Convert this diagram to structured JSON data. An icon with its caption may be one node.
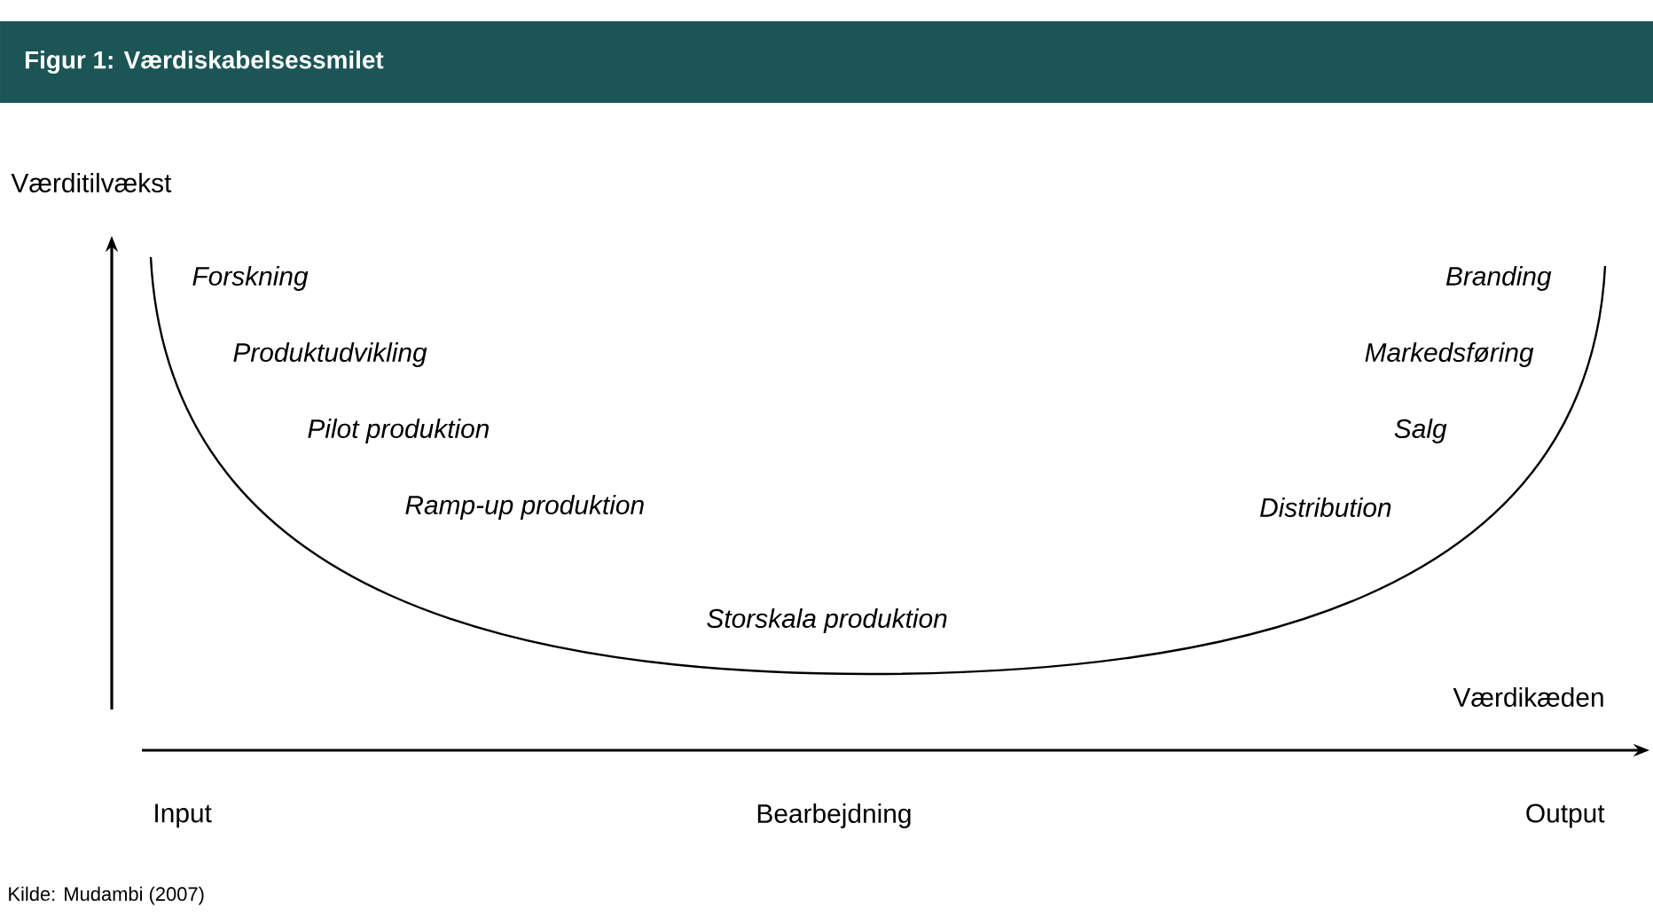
{
  "diagram": {
    "title": "Figur 1: Værdiskabelsessmilet",
    "caption": "Kilde: Mudambi (2007)",
    "labels": [
      "Værditilvækst",
      "Forskning",
      "Branding",
      "Produktudvikling",
      "Markedsføring",
      "Pilot produktion",
      "Salg",
      "Ramp-up produktion",
      "Distribution",
      "Storskala produktion",
      "Værdikæden",
      "Input",
      "Bearbejdning",
      "Output"
    ]
  }
}
